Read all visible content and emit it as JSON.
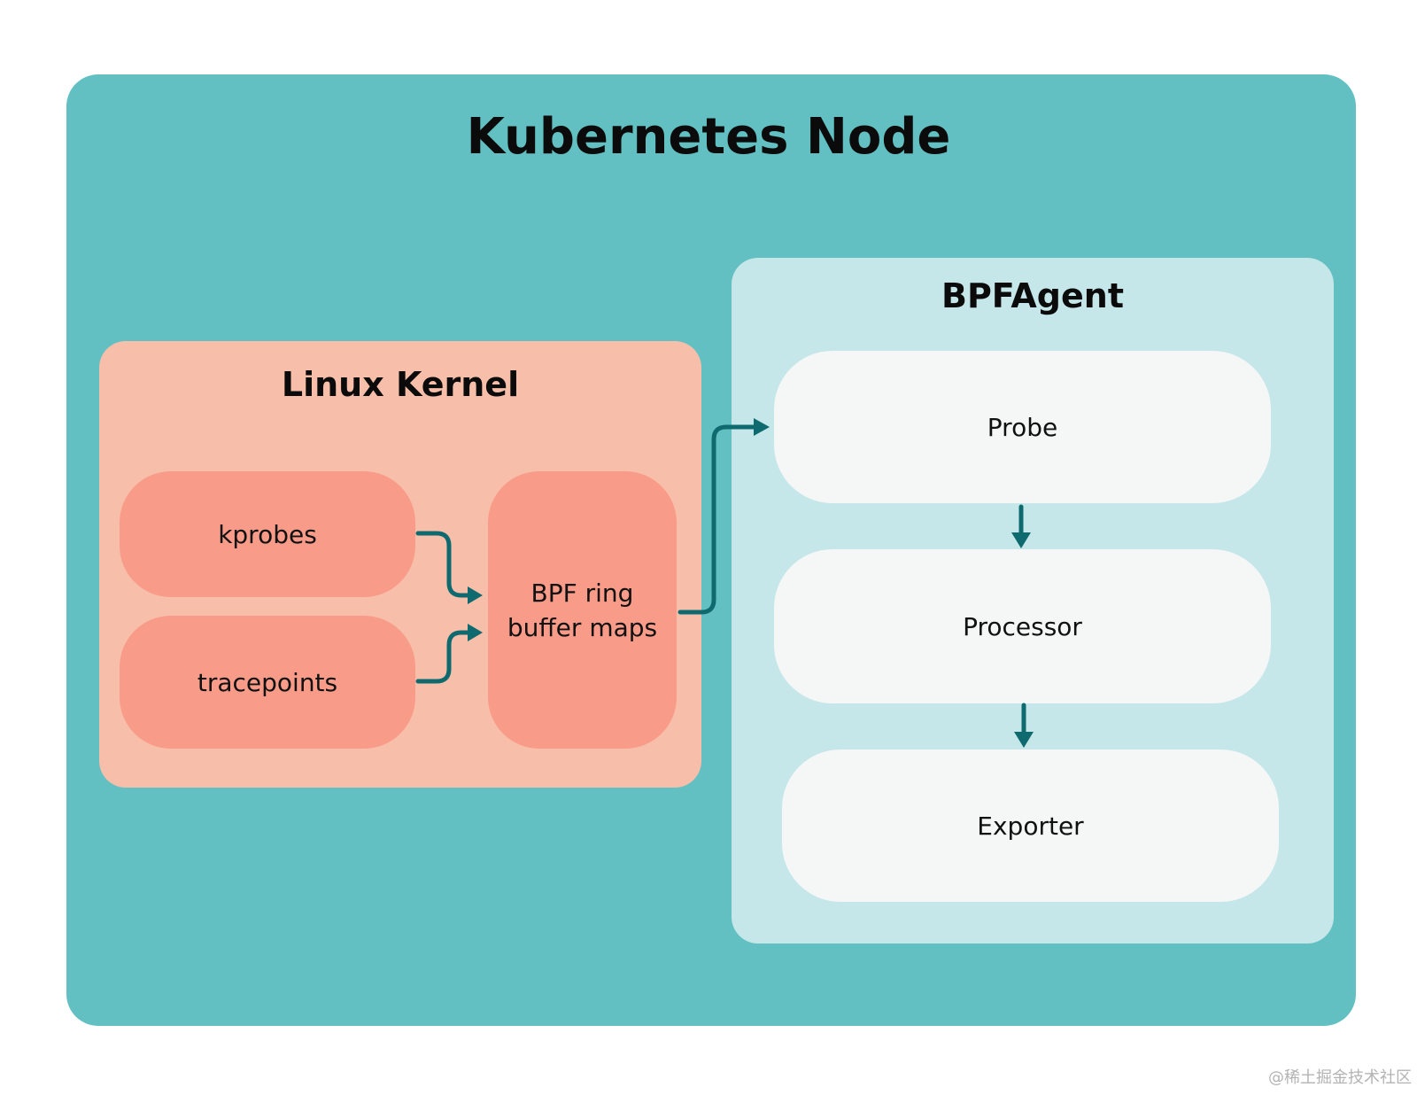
{
  "node": {
    "title": "Kubernetes Node"
  },
  "kernel": {
    "title": "Linux Kernel",
    "kprobes": "kprobes",
    "tracepoints": "tracepoints",
    "ringbuffer": "BPF ring\nbuffer maps"
  },
  "agent": {
    "title": "BPFAgent",
    "probe": "Probe",
    "processor": "Processor",
    "exporter": "Exporter"
  },
  "colors": {
    "node_bg": "#62c0c2",
    "kernel_bg": "#f7beaa",
    "kernel_pill": "#f99b89",
    "agent_bg": "#c5e7e9",
    "component_bg": "#f5f6f6",
    "arrow": "#0e6a6e"
  },
  "watermark": "@稀土掘金技术社区"
}
